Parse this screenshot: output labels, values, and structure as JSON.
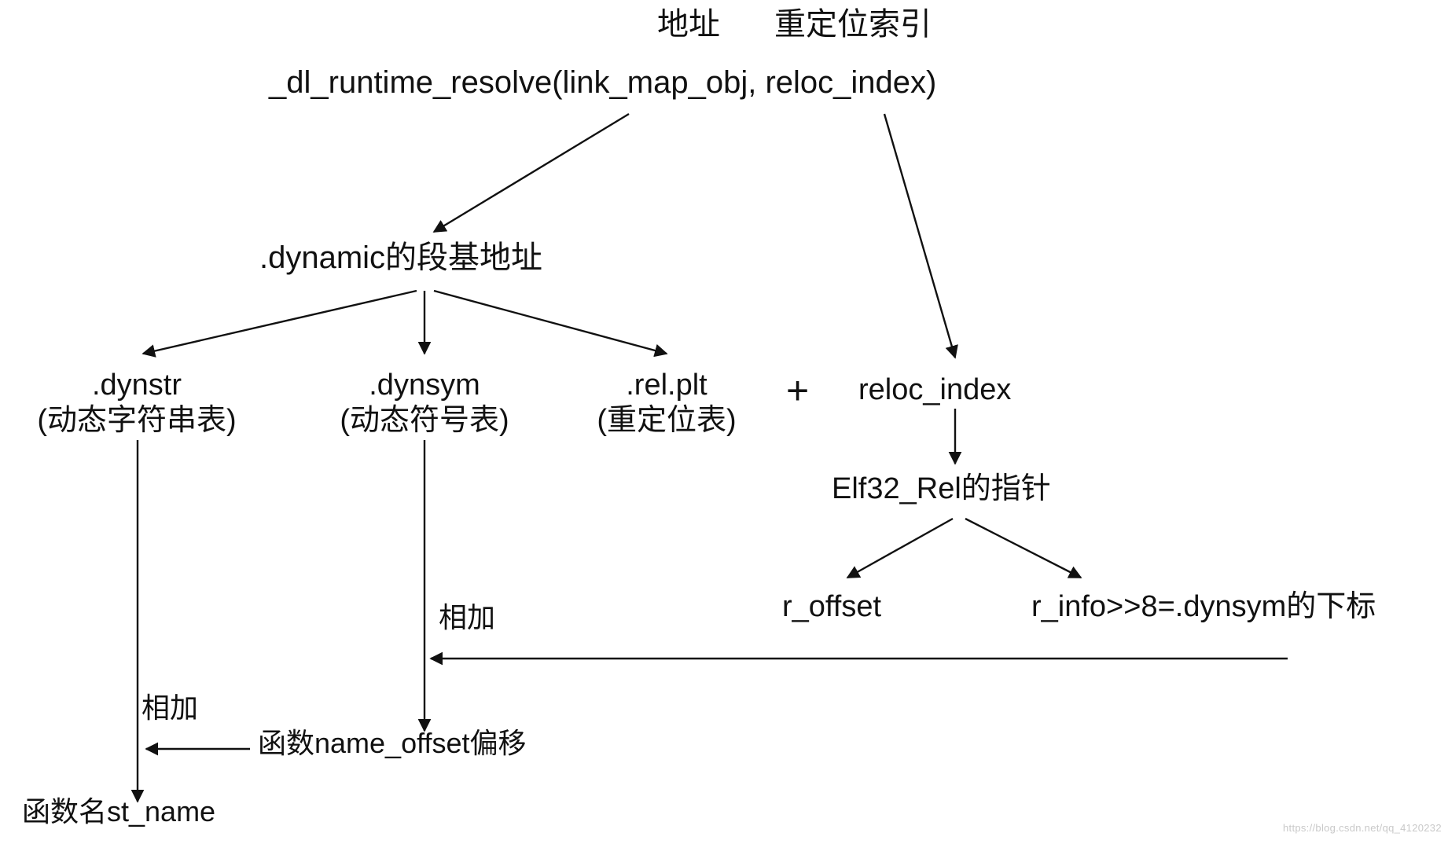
{
  "diagram": {
    "type": "flow-tree",
    "background": "#ffffff",
    "ink": "#111111",
    "title_labels": {
      "address": "地址",
      "reloc_index": "重定位索引"
    },
    "nodes": {
      "entry": "_dl_runtime_resolve(link_map_obj, reloc_index)",
      "dynamic_base": ".dynamic的段基地址",
      "dynstr_name": ".dynstr",
      "dynstr_desc": "(动态字符串表)",
      "dynsym_name": ".dynsym",
      "dynsym_desc": "(动态符号表)",
      "relplt_name": ".rel.plt",
      "relplt_desc": "(重定位表)",
      "plus": "+",
      "reloc_index": "reloc_index",
      "elf32_rel_ptr": "Elf32_Rel的指针",
      "r_offset": "r_offset",
      "r_info": "r_info>>8=.dynsym的下标",
      "name_offset": "函数name_offset偏移",
      "st_name": "函数名st_name"
    },
    "edge_labels": {
      "add_upper": "相加",
      "add_lower": "相加"
    },
    "watermark": "https://blog.csdn.net/qq_4120232"
  }
}
